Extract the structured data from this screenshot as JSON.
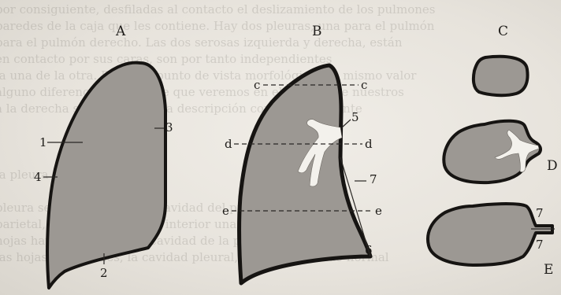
{
  "background_text": [
    "por consiguiente, desfiladas al contacto el deslizamiento de los pulmones",
    "paredes de la caja que les contiene. Hay dos pleuras, una para el pulmón",
    "para el pulmón derecho. Las dos serosas izquierda y derecha, están",
    "en contacto por sus caras, son por tanto independientes",
    "la una de la otra. Desde el punto de vista morfológico, un mismo valor",
    "alguno diferencias de detalle que veremos en el estudio de nuestros",
    "a la derecha sin embargo una descripción comparativamente",
    "",
    "",
    "",
    "la pleura parietal",
    "",
    "pleura se aplica sobre una cavidad del pulmón",
    "parietal, que encierra en su interior una gran cantidad",
    "hojas hay una cavidad, la cavidad de la pleura, como la",
    "las hojas las paredes, la cavidad pleural, virtual en estado normal"
  ],
  "figures": {
    "A": {
      "caption": "A",
      "labels": [
        "1",
        "2",
        "3",
        "4"
      ]
    },
    "B": {
      "caption": "B",
      "labels": [
        "5",
        "6",
        "7"
      ],
      "section_lines": [
        "c",
        "d",
        "e"
      ]
    },
    "C": {
      "caption": "C"
    },
    "D": {
      "caption": "D"
    },
    "E": {
      "caption": "E",
      "labels": [
        "7",
        "7"
      ]
    }
  }
}
